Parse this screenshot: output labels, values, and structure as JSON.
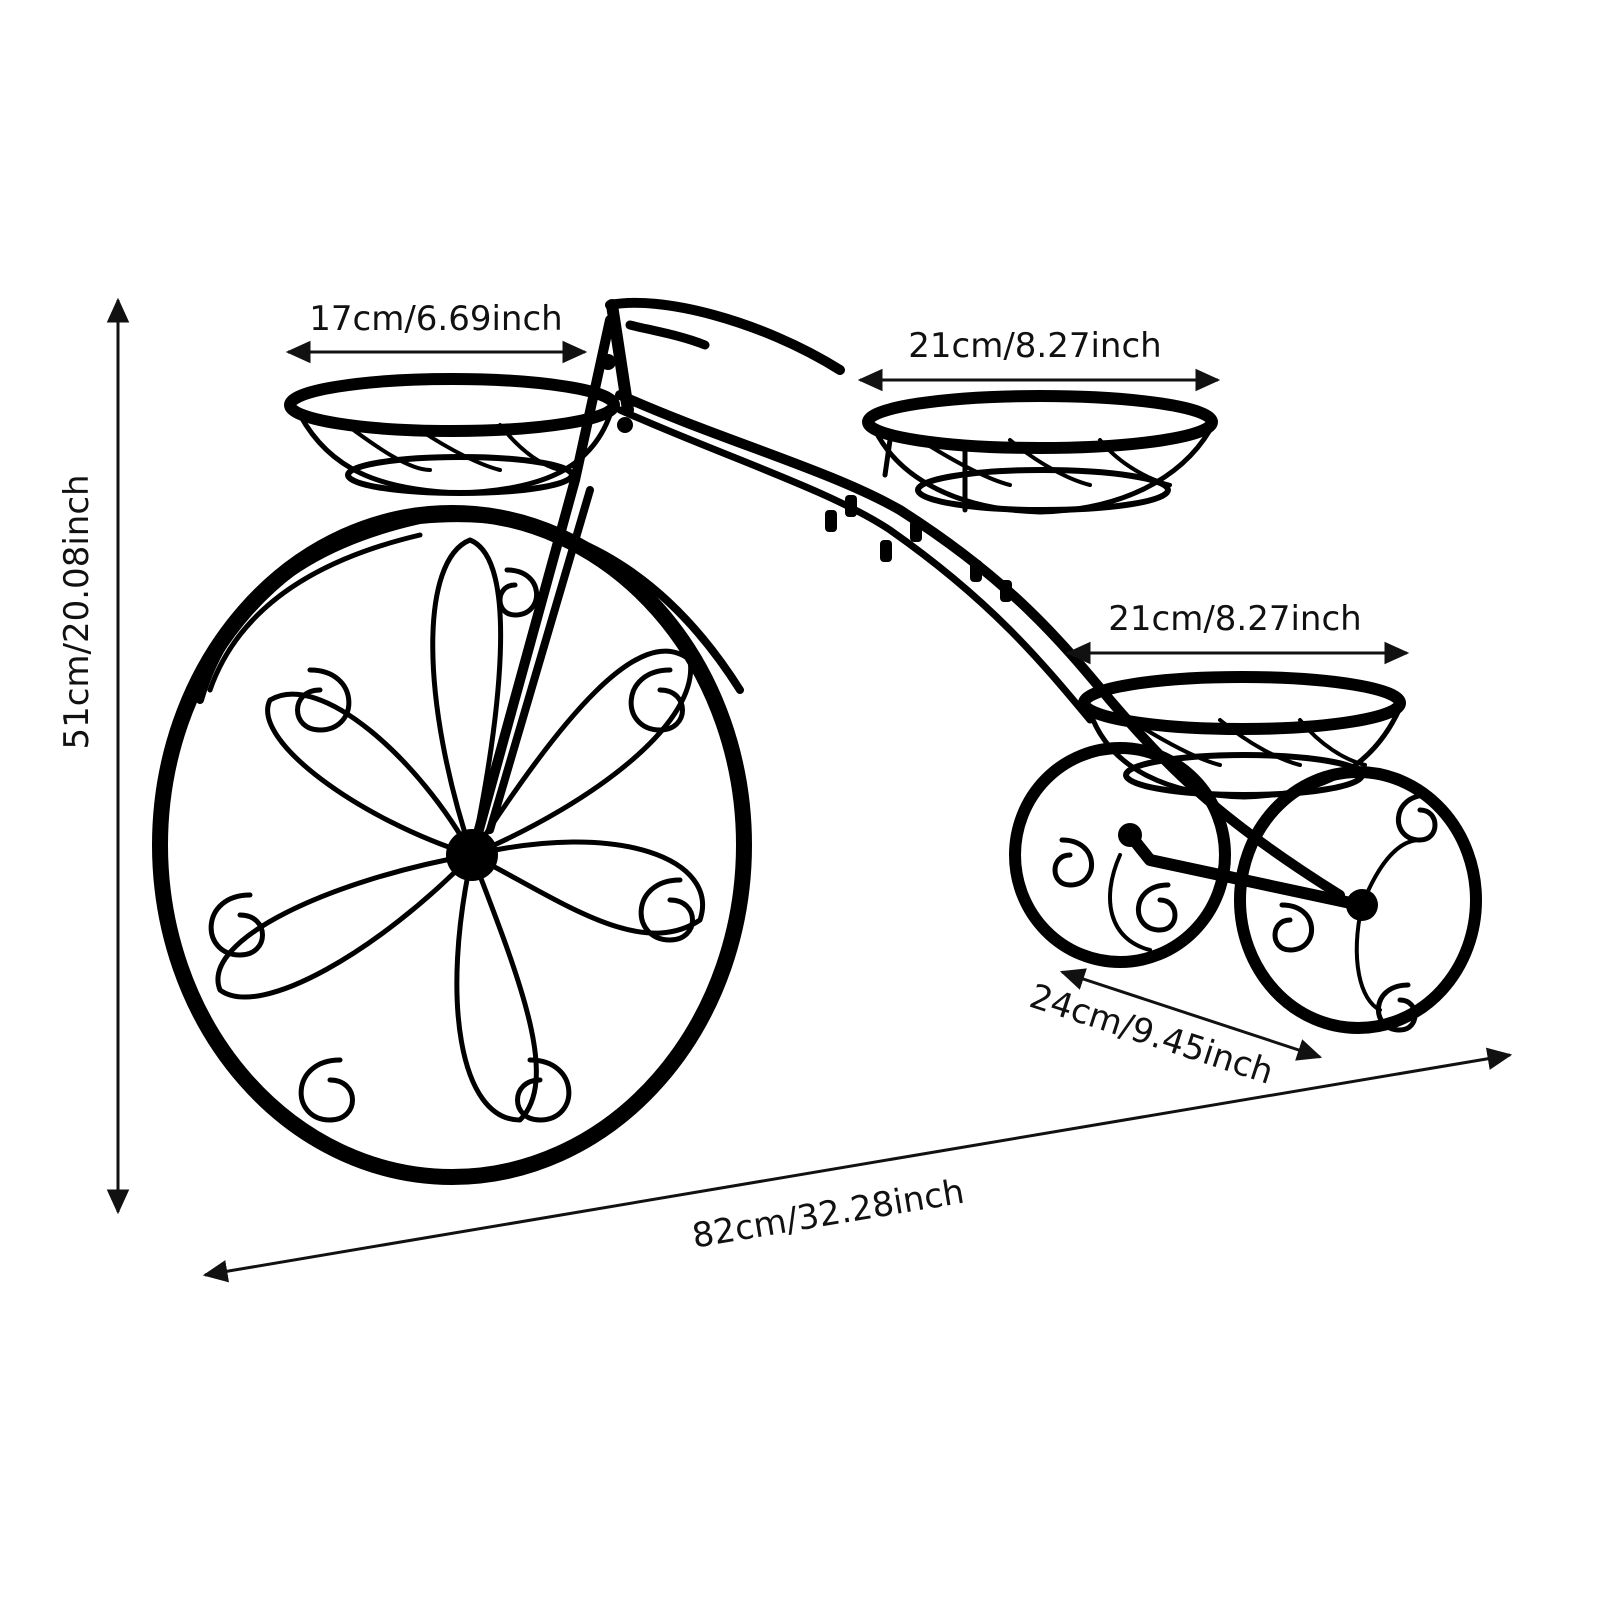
{
  "colors": {
    "background": "#ffffff",
    "frame": "#000000",
    "annotation": "#111111"
  },
  "dimensions": {
    "height": "51cm/20.08inch",
    "front_basket_width": "17cm/6.69inch",
    "middle_basket_width": "21cm/8.27inch",
    "rear_basket_width": "21cm/8.27inch",
    "rear_axle_depth": "24cm/9.45inch",
    "overall_length": "82cm/32.28inch"
  },
  "product": {
    "icon": "tricycle-plant-stand-icon"
  }
}
